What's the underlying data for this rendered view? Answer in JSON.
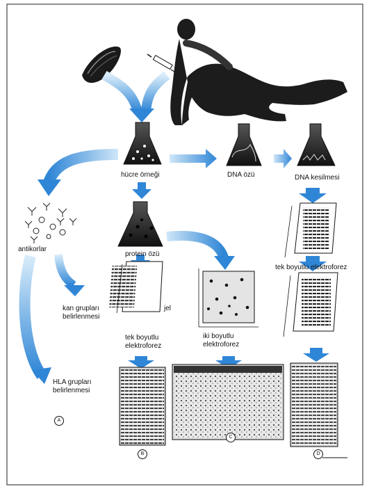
{
  "labels": {
    "cell_sample": "hücre örneği",
    "dna_extract": "DNA özü",
    "dna_cut": "DNA kesilmesi",
    "antibodies": "antikorlar",
    "protein_extract": "protein özü",
    "one_dim_electrophoresis_right": "tek boyutlu elektroforez",
    "blood_groups": [
      "kan grupları",
      "belirlenmesi"
    ],
    "gel": "jel",
    "one_dim_electrophoresis_center": [
      "tek boyutlu",
      "elektroforez"
    ],
    "two_dim_electrophoresis": [
      "iki boyutlu",
      "elektroforez"
    ],
    "hla_groups": [
      "HLA grupları",
      "belirlenmesi"
    ]
  },
  "panel_markers": {
    "a": "A",
    "b": "B",
    "c": "C",
    "d": "D"
  },
  "colors": {
    "arrow_blue": "#2f86d6",
    "arrow_light": "#bfe0f8",
    "silhouette": "#1c1c1c",
    "frame": "#444444"
  }
}
